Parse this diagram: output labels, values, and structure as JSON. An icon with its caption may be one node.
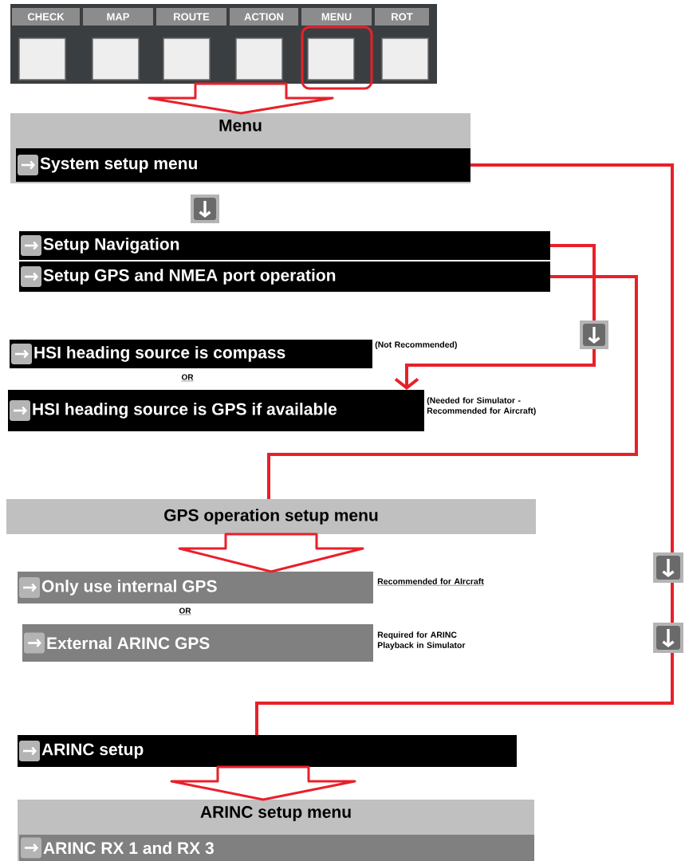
{
  "diagram": {
    "nodes": [
      {
        "text": [],
        "shape": "box"
      },
      {
        "text": [
          "CHECK"
        ],
        "in": 0
      },
      {
        "text": [
          "MAP"
        ],
        "in": 0
      },
      {
        "text": [
          "ROUTE"
        ],
        "in": 0
      },
      {
        "text": [
          "ACTION"
        ],
        "in": 0
      },
      {
        "text": [
          "MENU"
        ],
        "in": 0
      },
      {
        "text": [
          "ROT"
        ],
        "in": 0
      },
      {
        "text": [
          "Menu"
        ]
      },
      {
        "text": [
          "System setup menu"
        ],
        "in": 7
      },
      {
        "text": [
          "Setup Navigation"
        ]
      },
      {
        "text": [
          "Setup GPS and NMEA port operation"
        ]
      },
      {
        "text": [
          "HSI heading source is compass"
        ],
        "beside": [
          "(Not Recommended)"
        ]
      },
      {
        "text": [
          "HSI heading source is GPS if available"
        ],
        "beside": [
          "(Needed for Simulator - Recommended for Aircraft)"
        ]
      },
      {
        "text": [
          "GPS operation setup menu"
        ]
      },
      {
        "text": [
          "Only use internal GPS"
        ],
        "beside": [
          "Recommended for AIrcraft"
        ]
      },
      {
        "text": [
          "External ARINC GPS"
        ],
        "beside": [
          "Required for ARINC Playback in Simulator"
        ]
      },
      {
        "text": [
          "ARINC setup"
        ]
      },
      {
        "text": [
          "ARINC setup menu"
        ]
      },
      {
        "text": [
          "ARINC RX 1 and RX 3"
        ],
        "in": 17
      }
    ],
    "edges": [
      {
        "from": 0,
        "to": 7,
        "arrow": "to"
      },
      {
        "from": 8,
        "to": 16,
        "arrow": "none"
      },
      {
        "from": 9,
        "to": 12,
        "arrow": "to"
      },
      {
        "from": 10,
        "to": 13,
        "arrow": "none"
      },
      {
        "from": 13,
        "to": 14,
        "arrow": "to"
      },
      {
        "from": 16,
        "to": 17,
        "arrow": "to"
      }
    ],
    "labels": [
      "OR",
      "OR"
    ]
  }
}
